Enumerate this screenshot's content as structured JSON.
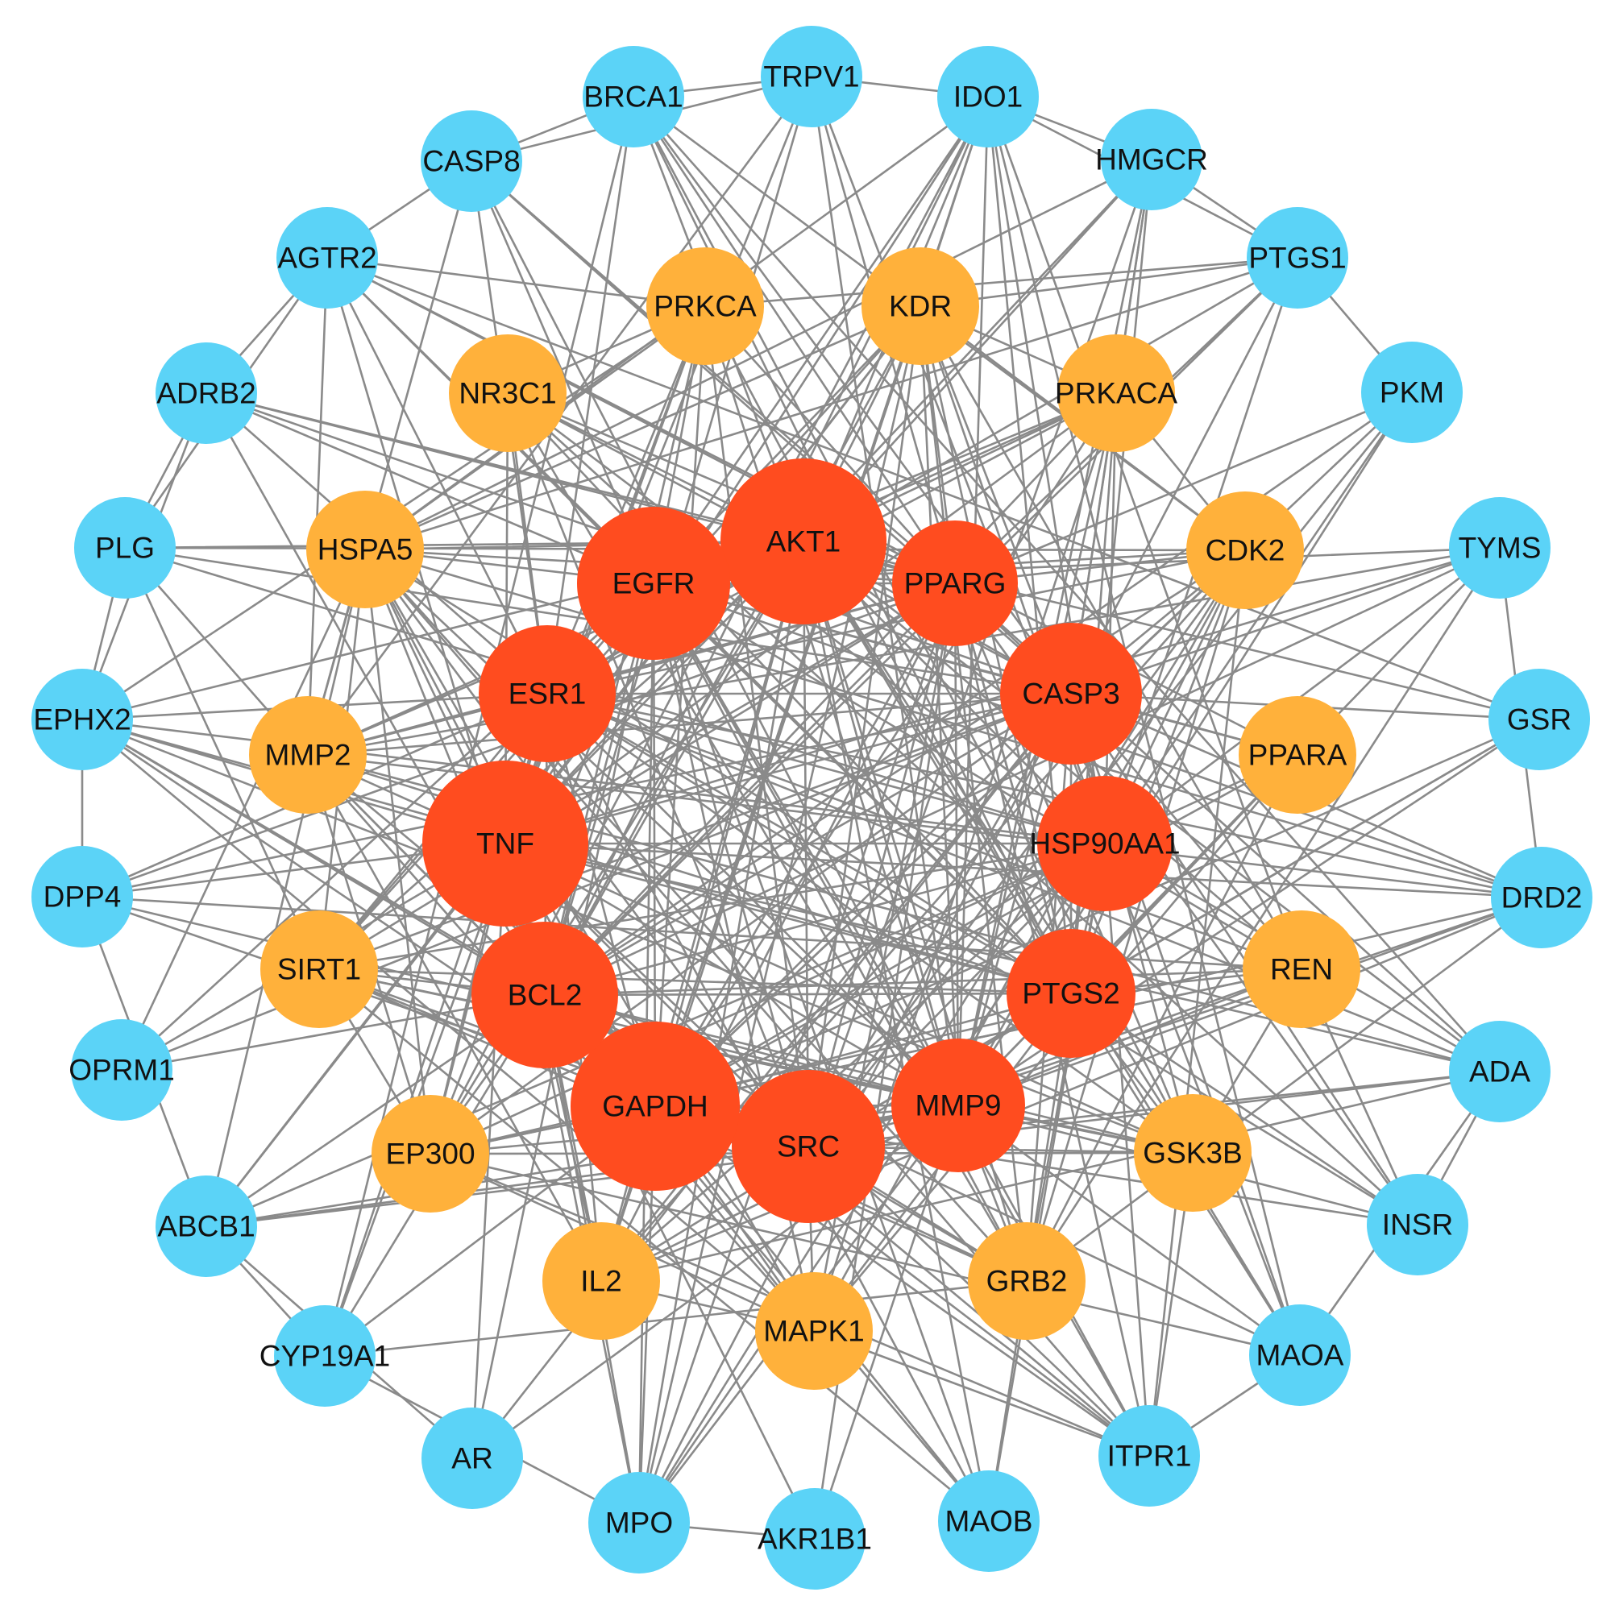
{
  "colors": {
    "core": "#ff4c1f",
    "middle": "#ffb13b",
    "outer": "#5bd3f7",
    "edge": "#8a8a8a",
    "label": "#111111",
    "background": "#ffffff"
  },
  "network": {
    "core": [
      "AKT1",
      "PPARG",
      "CASP3",
      "HSP90AA1",
      "PTGS2",
      "MMP9",
      "SRC",
      "GAPDH",
      "BCL2",
      "TNF",
      "ESR1",
      "EGFR"
    ],
    "middle": [
      "KDR",
      "PRKACA",
      "CDK2",
      "PPARA",
      "REN",
      "GSK3B",
      "GRB2",
      "MAPK1",
      "IL2",
      "EP300",
      "SIRT1",
      "MMP2",
      "HSPA5",
      "NR3C1",
      "PRKCA"
    ],
    "outer": [
      "TRPV1",
      "IDO1",
      "HMGCR",
      "PTGS1",
      "PKM",
      "TYMS",
      "GSR",
      "DRD2",
      "ADA",
      "INSR",
      "MAOA",
      "ITPR1",
      "MAOB",
      "AKR1B1",
      "MPO",
      "AR",
      "CYP19A1",
      "ABCB1",
      "OPRM1",
      "DPP4",
      "EPHX2",
      "PLG",
      "ADRB2",
      "AGTR2",
      "CASP8",
      "BRCA1"
    ]
  }
}
